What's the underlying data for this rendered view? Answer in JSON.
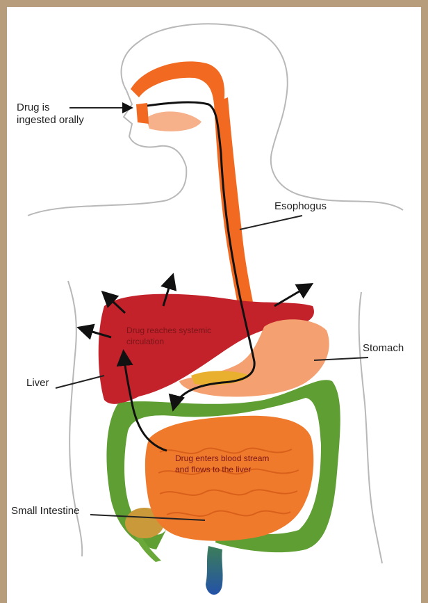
{
  "labels": {
    "drug_ingested_line1": "Drug is",
    "drug_ingested_line2": "ingested orally",
    "esophagus": "Esophogus",
    "stomach": "Stomach",
    "liver": "Liver",
    "small_intestine": "Small Intestine",
    "systemic_line1": "Drug reaches systemic",
    "systemic_line2": "circulation",
    "blood_line1": "Drug enters blood stream",
    "blood_line2": "and flows to the liver"
  },
  "colors": {
    "frame": "#b89d7c",
    "body_outline": "#b5b5b5",
    "esophagus": "#f26a21",
    "liver": "#c3222b",
    "stomach": "#f4a070",
    "intestine": "#f07a2c",
    "colon": "#5e9e33",
    "rectum": "#2a6a8a",
    "arrow": "#111111"
  }
}
